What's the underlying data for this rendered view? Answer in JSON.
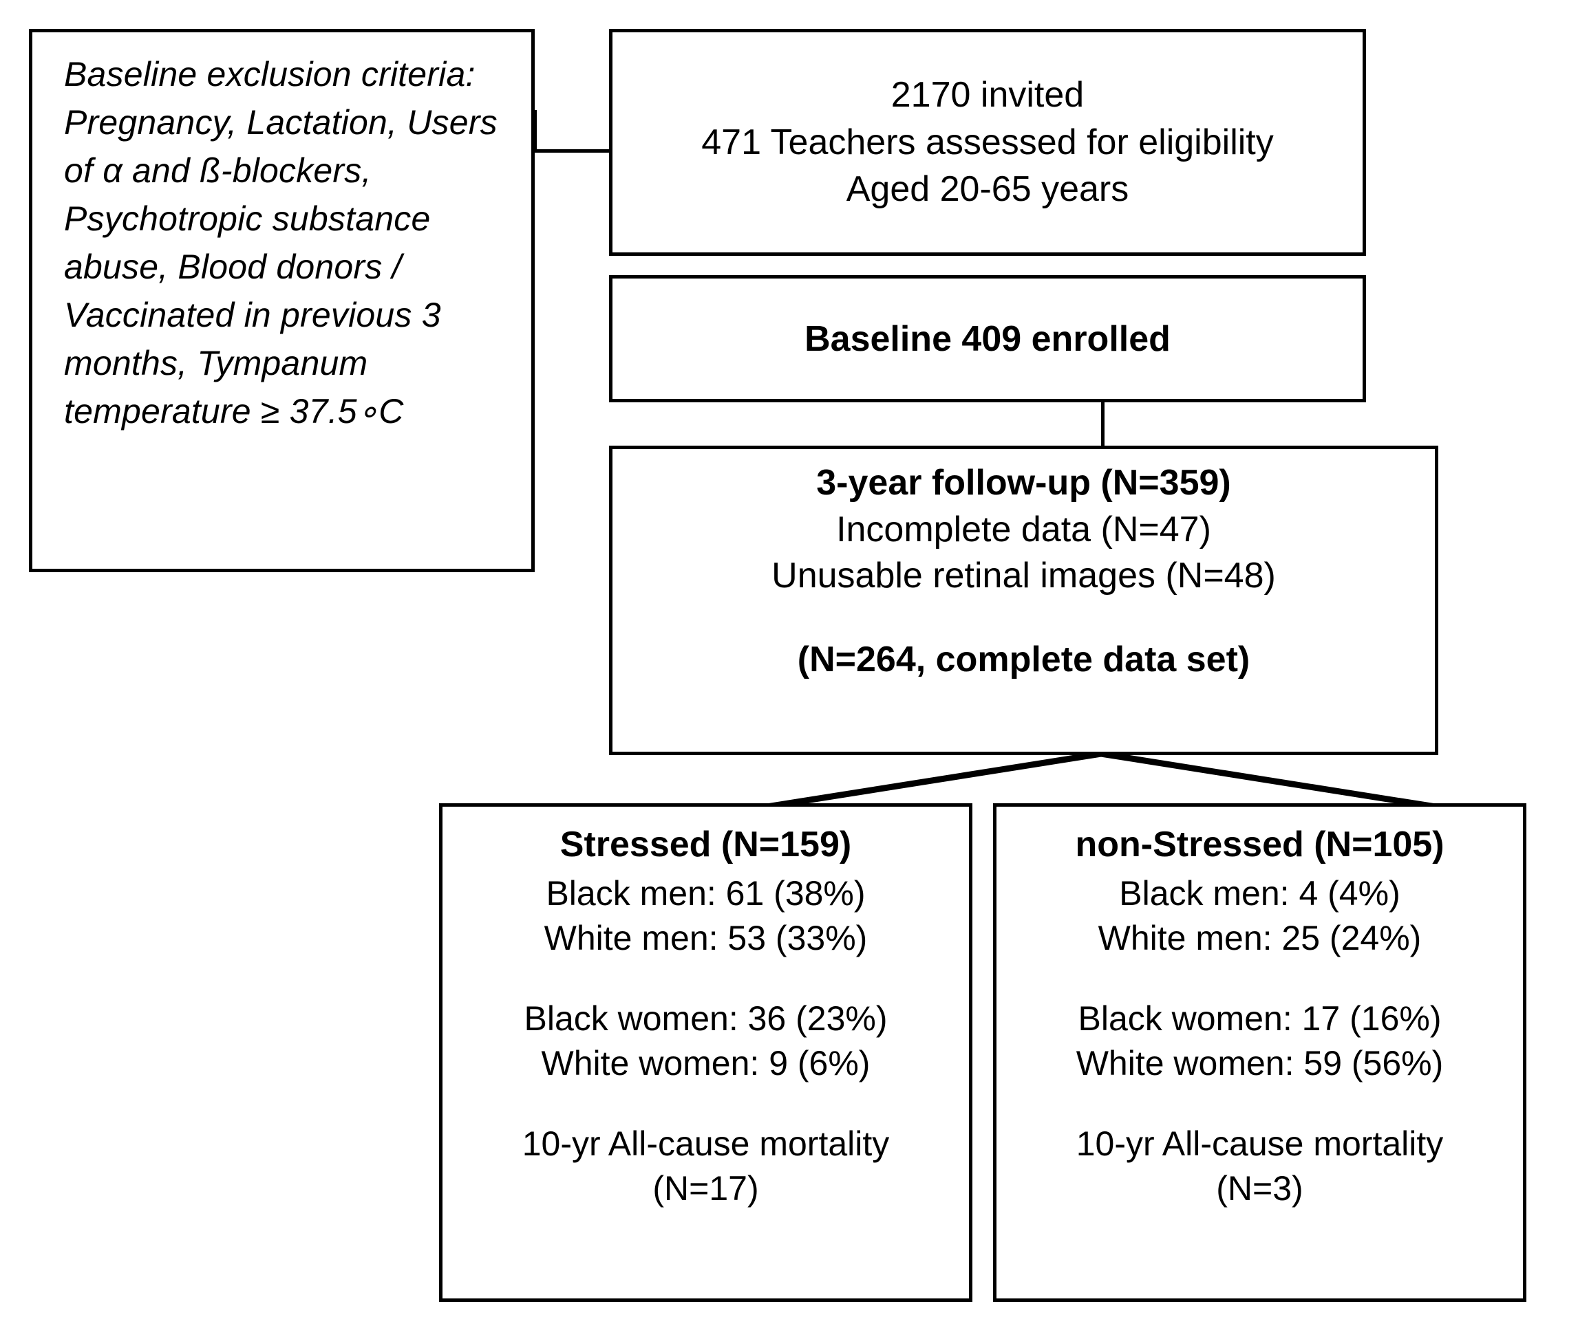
{
  "diagram": {
    "title": "Study participant flow diagram",
    "type": "flowchart",
    "line_color": "#000000",
    "background": "#ffffff"
  },
  "exclusion_box": {
    "text": "Baseline exclusion criteria: Pregnancy, Lactation, Users of α and ß-blockers, Psychotropic substance abuse, Blood donors / Vaccinated in previous 3 months, Tympanum temperature ≥ 37.5∘C"
  },
  "invited_box": {
    "line1": "2170 invited",
    "line2": "471 Teachers assessed for eligibility",
    "line3": "Aged 20-65 years"
  },
  "enrolled_box": {
    "line1": "Baseline 409 enrolled"
  },
  "followup_box": {
    "line1": "3-year follow-up (N=359)",
    "line2": "Incomplete data (N=47)",
    "line3": "Unusable retinal images (N=48)",
    "line4": "(N=264, complete data set)"
  },
  "stressed_box": {
    "title": "Stressed  (N=159)",
    "line1": "Black men: 61 (38%)",
    "line2": "White men: 53 (33%)",
    "line3": "Black women: 36 (23%)",
    "line4": "White women: 9 (6%)",
    "line5": "10-yr All-cause mortality",
    "line6": "(N=17)"
  },
  "nonstressed_box": {
    "title": "non-Stressed  (N=105)",
    "line1": "Black men: 4 (4%)",
    "line2": "White men: 25 (24%)",
    "line3": "Black women: 17 (16%)",
    "line4": "White women: 59 (56%)",
    "line5": "10-yr All-cause mortality",
    "line6": "(N=3)"
  },
  "chart_data": {
    "type": "table",
    "title": "Study participant flow — teacher cohort",
    "nodes": [
      {
        "id": "invited",
        "label": "2170 invited; 471 Teachers assessed for eligibility; Aged 20-65 years",
        "n_invited": 2170,
        "n_assessed": 471,
        "age_min": 20,
        "age_max": 65
      },
      {
        "id": "enrolled",
        "label": "Baseline 409 enrolled",
        "n": 409
      },
      {
        "id": "followup",
        "label": "3-year follow-up",
        "n": 359,
        "incomplete_data": 47,
        "unusable_retinal_images": 48,
        "complete_data_set": 264
      },
      {
        "id": "stressed",
        "label": "Stressed",
        "n": 159,
        "black_men": 61,
        "black_men_pct": 38,
        "white_men": 53,
        "white_men_pct": 33,
        "black_women": 36,
        "black_women_pct": 23,
        "white_women": 9,
        "white_women_pct": 6,
        "ten_year_all_cause_mortality": 17
      },
      {
        "id": "non_stressed",
        "label": "non-Stressed",
        "n": 105,
        "black_men": 4,
        "black_men_pct": 4,
        "white_men": 25,
        "white_men_pct": 24,
        "black_women": 17,
        "black_women_pct": 16,
        "white_women": 59,
        "white_women_pct": 56,
        "ten_year_all_cause_mortality": 3
      }
    ],
    "edges": [
      {
        "from": "exclusion_criteria",
        "to": "invited"
      },
      {
        "from": "invited",
        "to": "enrolled"
      },
      {
        "from": "enrolled",
        "to": "followup"
      },
      {
        "from": "followup",
        "to": "stressed"
      },
      {
        "from": "followup",
        "to": "non_stressed"
      }
    ]
  }
}
